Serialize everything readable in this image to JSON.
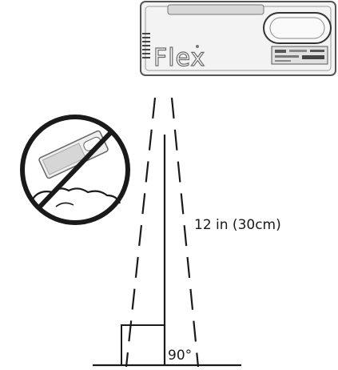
{
  "device": {
    "brand": "Flex"
  },
  "measurements": {
    "distance_label": "12 in (30cm)",
    "angle_label": "90°"
  },
  "colors": {
    "line": "#1a1a1a",
    "device_outline": "#555555",
    "device_fill": "#f2f2f2",
    "prohibit": "#1a1a1a"
  }
}
